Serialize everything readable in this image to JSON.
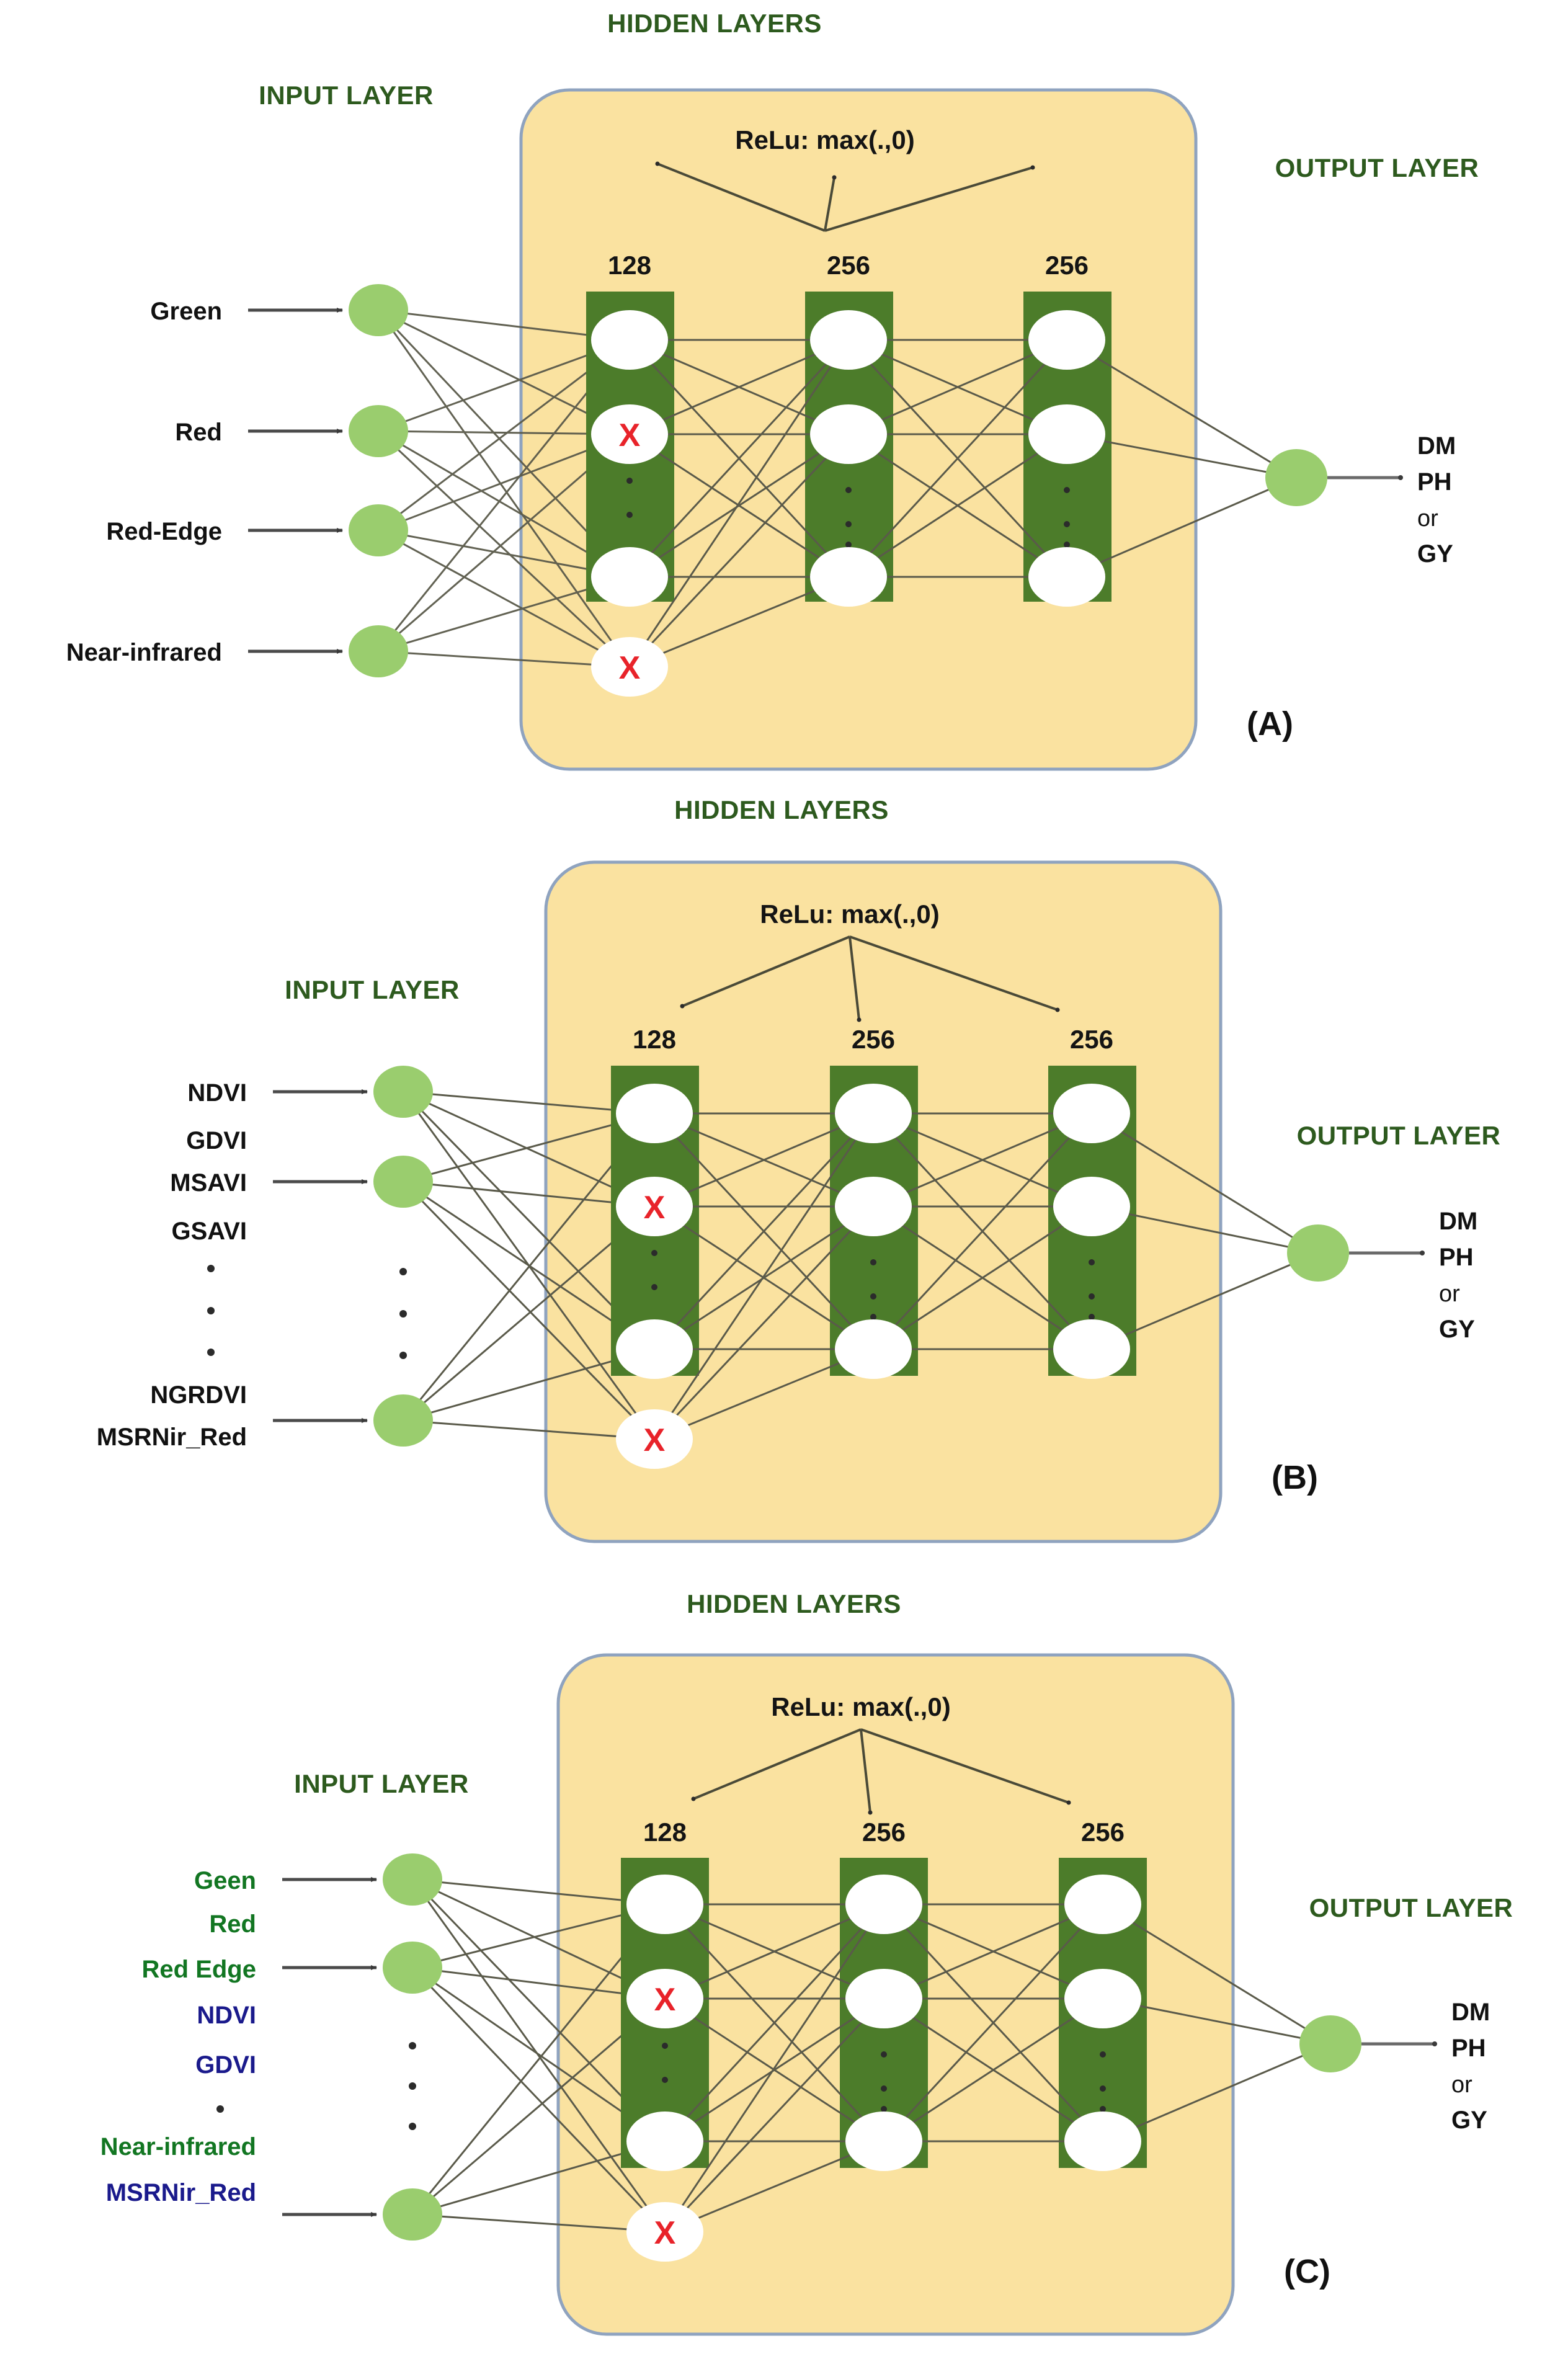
{
  "figure": {
    "type": "neural-network-architecture-diagram",
    "panel_count": 3,
    "colors": {
      "hidden_card_fill": "#FAE2A0",
      "hidden_card_border": "#8FA3BF",
      "hidden_column_fill": "#4C7C2A",
      "node_fill": "#FFFFFF",
      "io_node_fill": "#9ACD6E",
      "section_heading": "#2D5A1E",
      "x_marker": "#E8232A",
      "label_green": "#127622",
      "label_blue": "#1A1A8C",
      "edge": "#5A5A4A"
    }
  },
  "common": {
    "input_layer_heading": "INPUT LAYER",
    "hidden_layers_heading": "HIDDEN LAYERS",
    "output_layer_heading": "OUTPUT LAYER",
    "activation_label": "ReLu: max(.,0)",
    "hidden_unit_counts": [
      "128",
      "256",
      "256"
    ],
    "dropout_marker": "X",
    "vertical_ellipsis": "·",
    "output_targets": [
      "DM",
      "PH",
      "or",
      "GY"
    ]
  },
  "panels": [
    {
      "id": "A",
      "tag": "(A)",
      "input_layer_heading": "INPUT LAYER",
      "hidden_layers_heading": "HIDDEN LAYERS",
      "output_layer_heading": "OUTPUT LAYER",
      "activation_label": "ReLu: max(.,0)",
      "hidden_unit_counts": [
        "128",
        "256",
        "256"
      ],
      "inputs": [
        {
          "label": "Green",
          "color": "black",
          "has_node": true
        },
        {
          "label": "Red",
          "color": "black",
          "has_node": true
        },
        {
          "label": "Red-Edge",
          "color": "black",
          "has_node": true
        },
        {
          "label": "Near-infrared",
          "color": "black",
          "has_node": true
        }
      ],
      "input_ellipsis": false,
      "output_targets": [
        "DM",
        "PH",
        "or",
        "GY"
      ]
    },
    {
      "id": "B",
      "tag": "(B)",
      "input_layer_heading": "INPUT LAYER",
      "hidden_layers_heading": "HIDDEN LAYERS",
      "output_layer_heading": "OUTPUT LAYER",
      "activation_label": "ReLu: max(.,0)",
      "hidden_unit_counts": [
        "128",
        "256",
        "256"
      ],
      "inputs": [
        {
          "label": "NDVI",
          "color": "black",
          "has_node": true
        },
        {
          "label": "GDVI",
          "color": "black",
          "has_node": false
        },
        {
          "label": "MSAVI",
          "color": "black",
          "has_node": true
        },
        {
          "label": "GSAVI",
          "color": "black",
          "has_node": false
        },
        {
          "label": "NGRDVI",
          "color": "black",
          "has_node": false
        },
        {
          "label": "MSRNir_Red",
          "color": "black",
          "has_node": true
        }
      ],
      "input_ellipsis": true,
      "output_targets": [
        "DM",
        "PH",
        "or",
        "GY"
      ]
    },
    {
      "id": "C",
      "tag": "(C)",
      "input_layer_heading": "INPUT LAYER",
      "hidden_layers_heading": "HIDDEN LAYERS",
      "output_layer_heading": "OUTPUT LAYER",
      "activation_label": "ReLu: max(.,0)",
      "hidden_unit_counts": [
        "128",
        "256",
        "256"
      ],
      "inputs": [
        {
          "label": "Geen",
          "color": "green",
          "has_node": true
        },
        {
          "label": "Red",
          "color": "green",
          "has_node": false
        },
        {
          "label": "Red Edge",
          "color": "green",
          "has_node": true
        },
        {
          "label": "NDVI",
          "color": "blue",
          "has_node": false
        },
        {
          "label": "GDVI",
          "color": "blue",
          "has_node": false
        },
        {
          "label": "Near-infrared",
          "color": "green",
          "has_node": false
        },
        {
          "label": "MSRNir_Red",
          "color": "blue",
          "has_node": true
        }
      ],
      "input_ellipsis": true,
      "output_targets": [
        "DM",
        "PH",
        "or",
        "GY"
      ]
    }
  ]
}
